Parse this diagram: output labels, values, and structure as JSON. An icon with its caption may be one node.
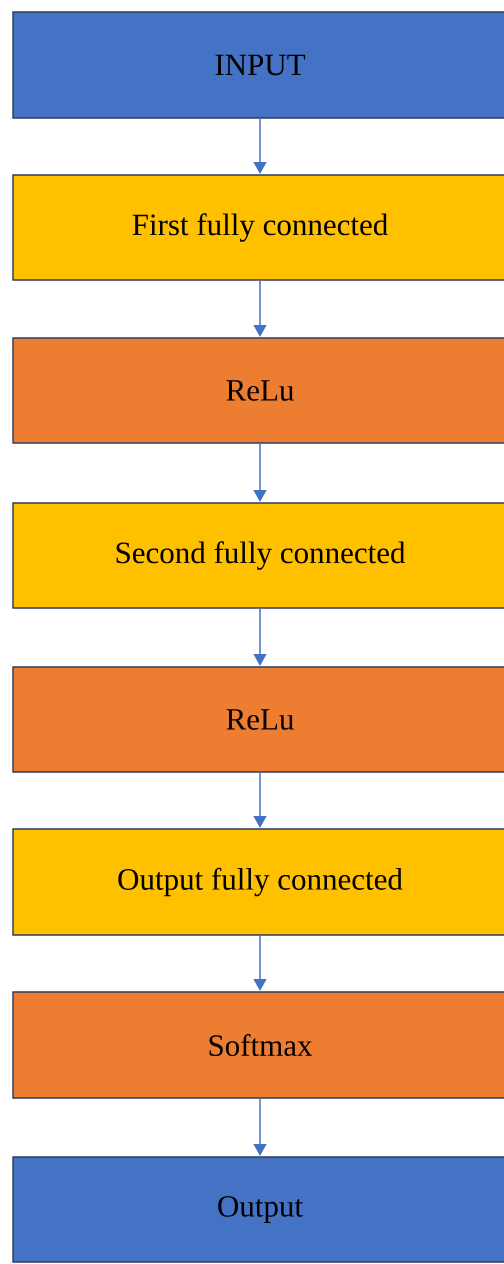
{
  "diagram": {
    "nodes": [
      {
        "text": [
          "INPUT"
        ]
      },
      {
        "text": [
          "First fully connected"
        ]
      },
      {
        "text": [
          "ReLu"
        ]
      },
      {
        "text": [
          "Second fully connected"
        ]
      },
      {
        "text": [
          "ReLu"
        ]
      },
      {
        "text": [
          "Output fully connected"
        ]
      },
      {
        "text": [
          "Softmax"
        ]
      },
      {
        "text": [
          "Output"
        ]
      }
    ],
    "edges": [
      {
        "from": 0,
        "to": 1,
        "arrow": "to"
      },
      {
        "from": 1,
        "to": 2,
        "arrow": "to"
      },
      {
        "from": 2,
        "to": 3,
        "arrow": "to"
      },
      {
        "from": 3,
        "to": 4,
        "arrow": "to"
      },
      {
        "from": 4,
        "to": 5,
        "arrow": "to"
      },
      {
        "from": 5,
        "to": 6,
        "arrow": "to"
      },
      {
        "from": 6,
        "to": 7,
        "arrow": "to"
      }
    ]
  }
}
